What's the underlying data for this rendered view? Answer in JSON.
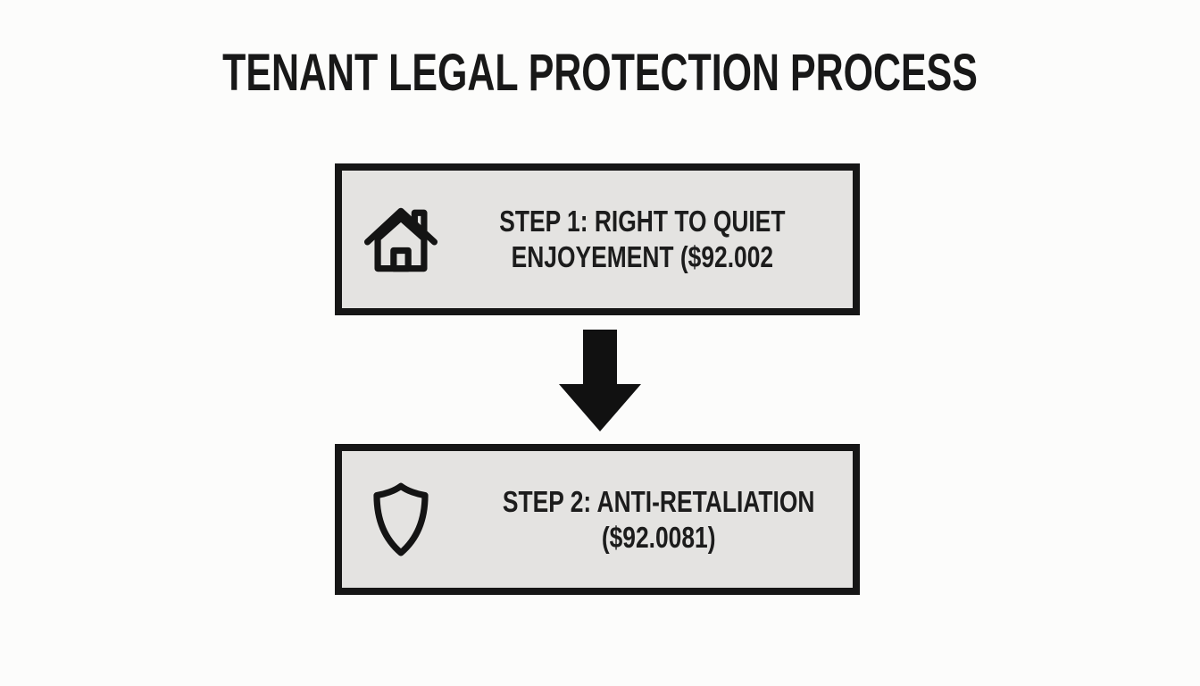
{
  "title": "TENANT LEGAL PROTECTION PROCESS",
  "diagram": {
    "type": "flowchart",
    "direction": "top-down",
    "connector": "down-arrow"
  },
  "steps": [
    {
      "icon": "house-icon",
      "line1": "STEP 1: RIGHT TO QUIET",
      "line2": "ENJOYEMENT ($92.002"
    },
    {
      "icon": "shield-icon",
      "line1": "STEP 2: ANTI-RETALIATION",
      "line2": "($92.0081)"
    }
  ],
  "colors": {
    "background": "#fcfcfb",
    "box_fill": "#e4e3e1",
    "box_border": "#161616",
    "text": "#1c1c1c",
    "arrow": "#111111"
  }
}
